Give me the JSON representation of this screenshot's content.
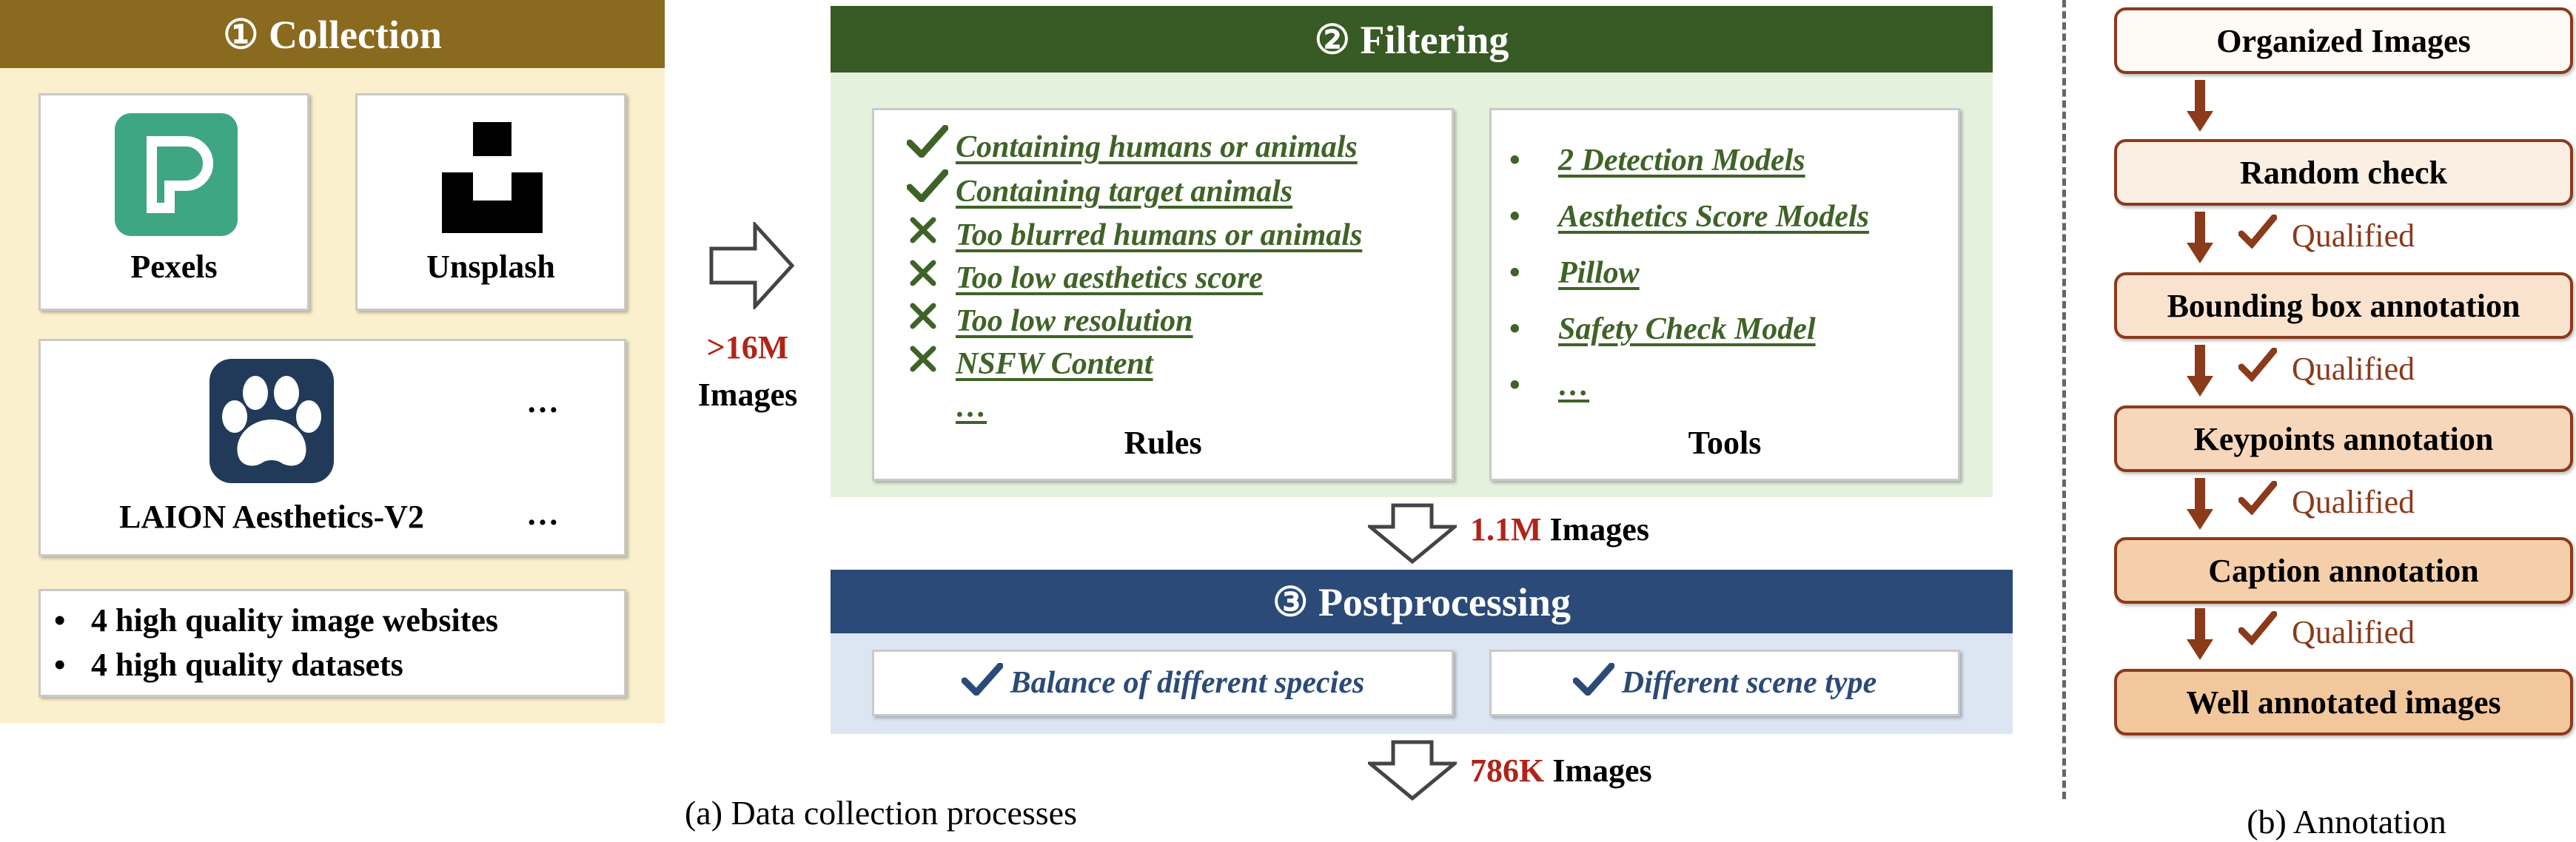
{
  "collection": {
    "title": "① Collection",
    "sources": [
      {
        "label": "Pexels",
        "icon": "pexels-logo-icon"
      },
      {
        "label": "Unsplash",
        "icon": "unsplash-logo-icon"
      },
      {
        "label": "LAION Aesthetics-V2",
        "icon": "paw-logo-icon"
      }
    ],
    "ellipsis_top": "…",
    "ellipsis_bottom": "…",
    "bullets": [
      "4 high quality image websites",
      "4 high quality datasets"
    ],
    "bullet_glyph": "•"
  },
  "collection_output": {
    "count": ">16M",
    "unit": "Images"
  },
  "filtering": {
    "title": "② Filtering",
    "rules_title": "Rules",
    "rules": [
      {
        "mark": "check",
        "text": "Containing humans or animals"
      },
      {
        "mark": "check",
        "text": "Containing target animals"
      },
      {
        "mark": "cross",
        "text": "Too blurred humans or animals"
      },
      {
        "mark": "cross",
        "text": "Too low aesthetics score"
      },
      {
        "mark": "cross",
        "text": "Too low resolution"
      },
      {
        "mark": "cross",
        "text": "NSFW Content"
      },
      {
        "mark": "none",
        "text": "…"
      }
    ],
    "tools_title": "Tools",
    "tools": [
      "2 Detection Models",
      "Aesthetics Score Models",
      "Pillow",
      "Safety Check Model",
      "…"
    ],
    "tool_glyph": "•"
  },
  "filtering_output": {
    "count": "1.1M",
    "unit": "Images"
  },
  "postprocessing": {
    "title": "③ Postprocessing",
    "items": [
      "Balance of different species",
      "Different scene type"
    ]
  },
  "postprocessing_output": {
    "count": "786K",
    "unit": "Images"
  },
  "caption_a": "(a) Data collection processes",
  "annotation": {
    "steps": [
      "Organized Images",
      "Random check",
      "Bounding box annotation",
      "Keypoints annotation",
      "Caption annotation",
      "Well annotated images"
    ],
    "qualified_label": "Qualified"
  },
  "caption_b": "(b) Annotation",
  "colors": {
    "collection_header": "#8a6a1f",
    "collection_bg": "#fbf0cd",
    "filtering_header": "#385a24",
    "filtering_bg": "#e4f1dd",
    "post_header": "#2b4a77",
    "post_bg": "#dce6f2",
    "annotation_border": "#8b3a1a",
    "highlight_red": "#b02418"
  }
}
